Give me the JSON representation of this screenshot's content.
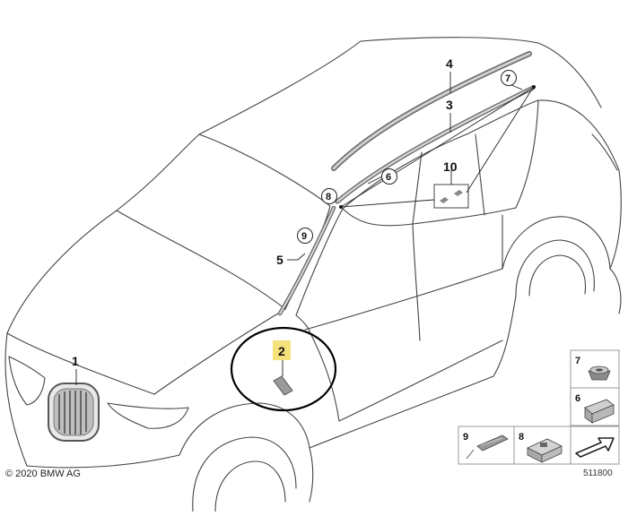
{
  "copyright": "© 2020 BMW AG",
  "diagram_number": "511800",
  "highlight_color": "#f5e27a",
  "callout_circle_color": "#000000",
  "callouts": {
    "c1": "1",
    "c2": "2",
    "c3": "3",
    "c4": "4",
    "c5": "5",
    "c6": "6",
    "c7": "7",
    "c8": "8",
    "c9": "9",
    "c10": "10"
  },
  "thumbnails": {
    "t7": "7",
    "t6": "6",
    "t9": "9",
    "t8": "8"
  }
}
